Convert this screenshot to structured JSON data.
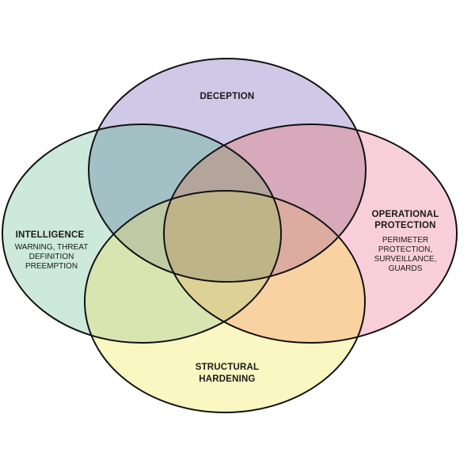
{
  "diagram": {
    "sets": [
      {
        "id": "deception",
        "color": "#cfc8e6",
        "title_lines": [
          "DECEPTION"
        ],
        "detail_lines": []
      },
      {
        "id": "intelligence",
        "color": "#cde9dc",
        "title_lines": [
          "INTELLIGENCE"
        ],
        "detail_lines": [
          "WARNING, THREAT",
          "DEFINITION",
          "PREEMPTION"
        ]
      },
      {
        "id": "operational",
        "color": "#f8cfd8",
        "title_lines": [
          "OPERATIONAL",
          "PROTECTION"
        ],
        "detail_lines": [
          "PERIMETER",
          "PROTECTION,",
          "SURVEILLANCE,",
          "GUARDS"
        ]
      },
      {
        "id": "structural",
        "color": "#fbf7c2",
        "title_lines": [
          "STRUCTURAL",
          "HARDENING"
        ],
        "detail_lines": []
      }
    ],
    "overlap_colors": {
      "deception_intelligence": "#a3c0c4",
      "deception_operational": "#d8a9ba",
      "intelligence_structural": "#d9e5b0",
      "operational_structural": "#f9d2a2",
      "intelligence_operational": "#b8a7a0",
      "deception_structural": "#b8a7a0",
      "center": "#bfb388",
      "inner_lower": "#ddd195",
      "inner_left": "#bfc9a4",
      "inner_right": "#dcaca0",
      "inner_top": "#b3a49c"
    },
    "outline_color": "#111111"
  }
}
